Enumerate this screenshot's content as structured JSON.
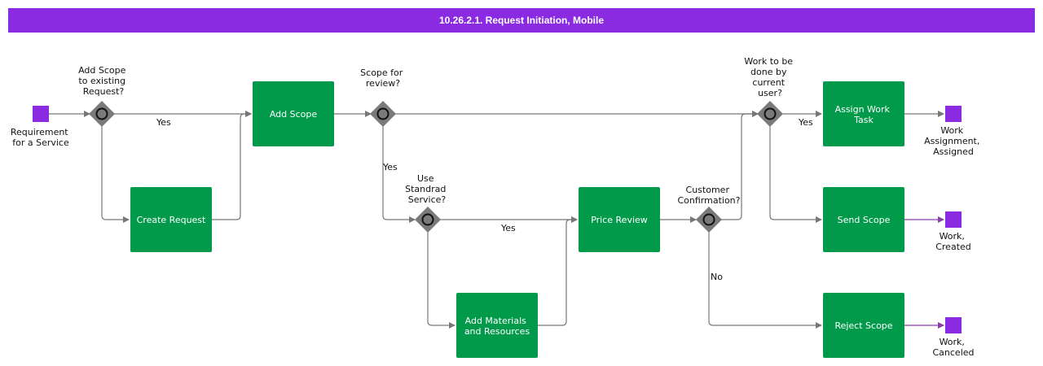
{
  "title": "10.26.2.1. Request Initiation, Mobile",
  "colors": {
    "title_bar": "#8a2be2",
    "task": "#009a4a",
    "event": "#8a2be2",
    "gateway": "#7a7a7a",
    "flow": "#777777"
  },
  "tasks": {
    "add_scope": [
      "Add Scope"
    ],
    "create_request": [
      "Create Request"
    ],
    "price_review": [
      "Price Review"
    ],
    "add_materials": [
      "Add Materials",
      "and Resources"
    ],
    "assign_work_task": [
      "Assign Work",
      "Task"
    ],
    "send_scope": [
      "Send Scope"
    ],
    "reject_scope": [
      "Reject Scope"
    ]
  },
  "gateways": {
    "add_scope_existing": [
      "Add Scope",
      "to existing",
      "Request?"
    ],
    "scope_for_review": [
      "Scope for",
      "review?"
    ],
    "use_standard_service": [
      "Use",
      "Standrad",
      "Service?"
    ],
    "customer_confirmation": [
      "Customer",
      "Confirmation?"
    ],
    "work_current_user": [
      "Work to be",
      "done by",
      "current",
      "user?"
    ]
  },
  "events": {
    "start": [
      "Requirement",
      "for a Service"
    ],
    "end_assigned": [
      "Work",
      "Assignment,",
      "Assigned"
    ],
    "end_created": [
      "Work,",
      "Created"
    ],
    "end_canceled": [
      "Work,",
      "Canceled"
    ]
  },
  "edge_labels": {
    "yes_existing": "Yes",
    "yes_review": "Yes",
    "yes_standard": "Yes",
    "no_confirmation": "No",
    "yes_current_user": "Yes"
  }
}
